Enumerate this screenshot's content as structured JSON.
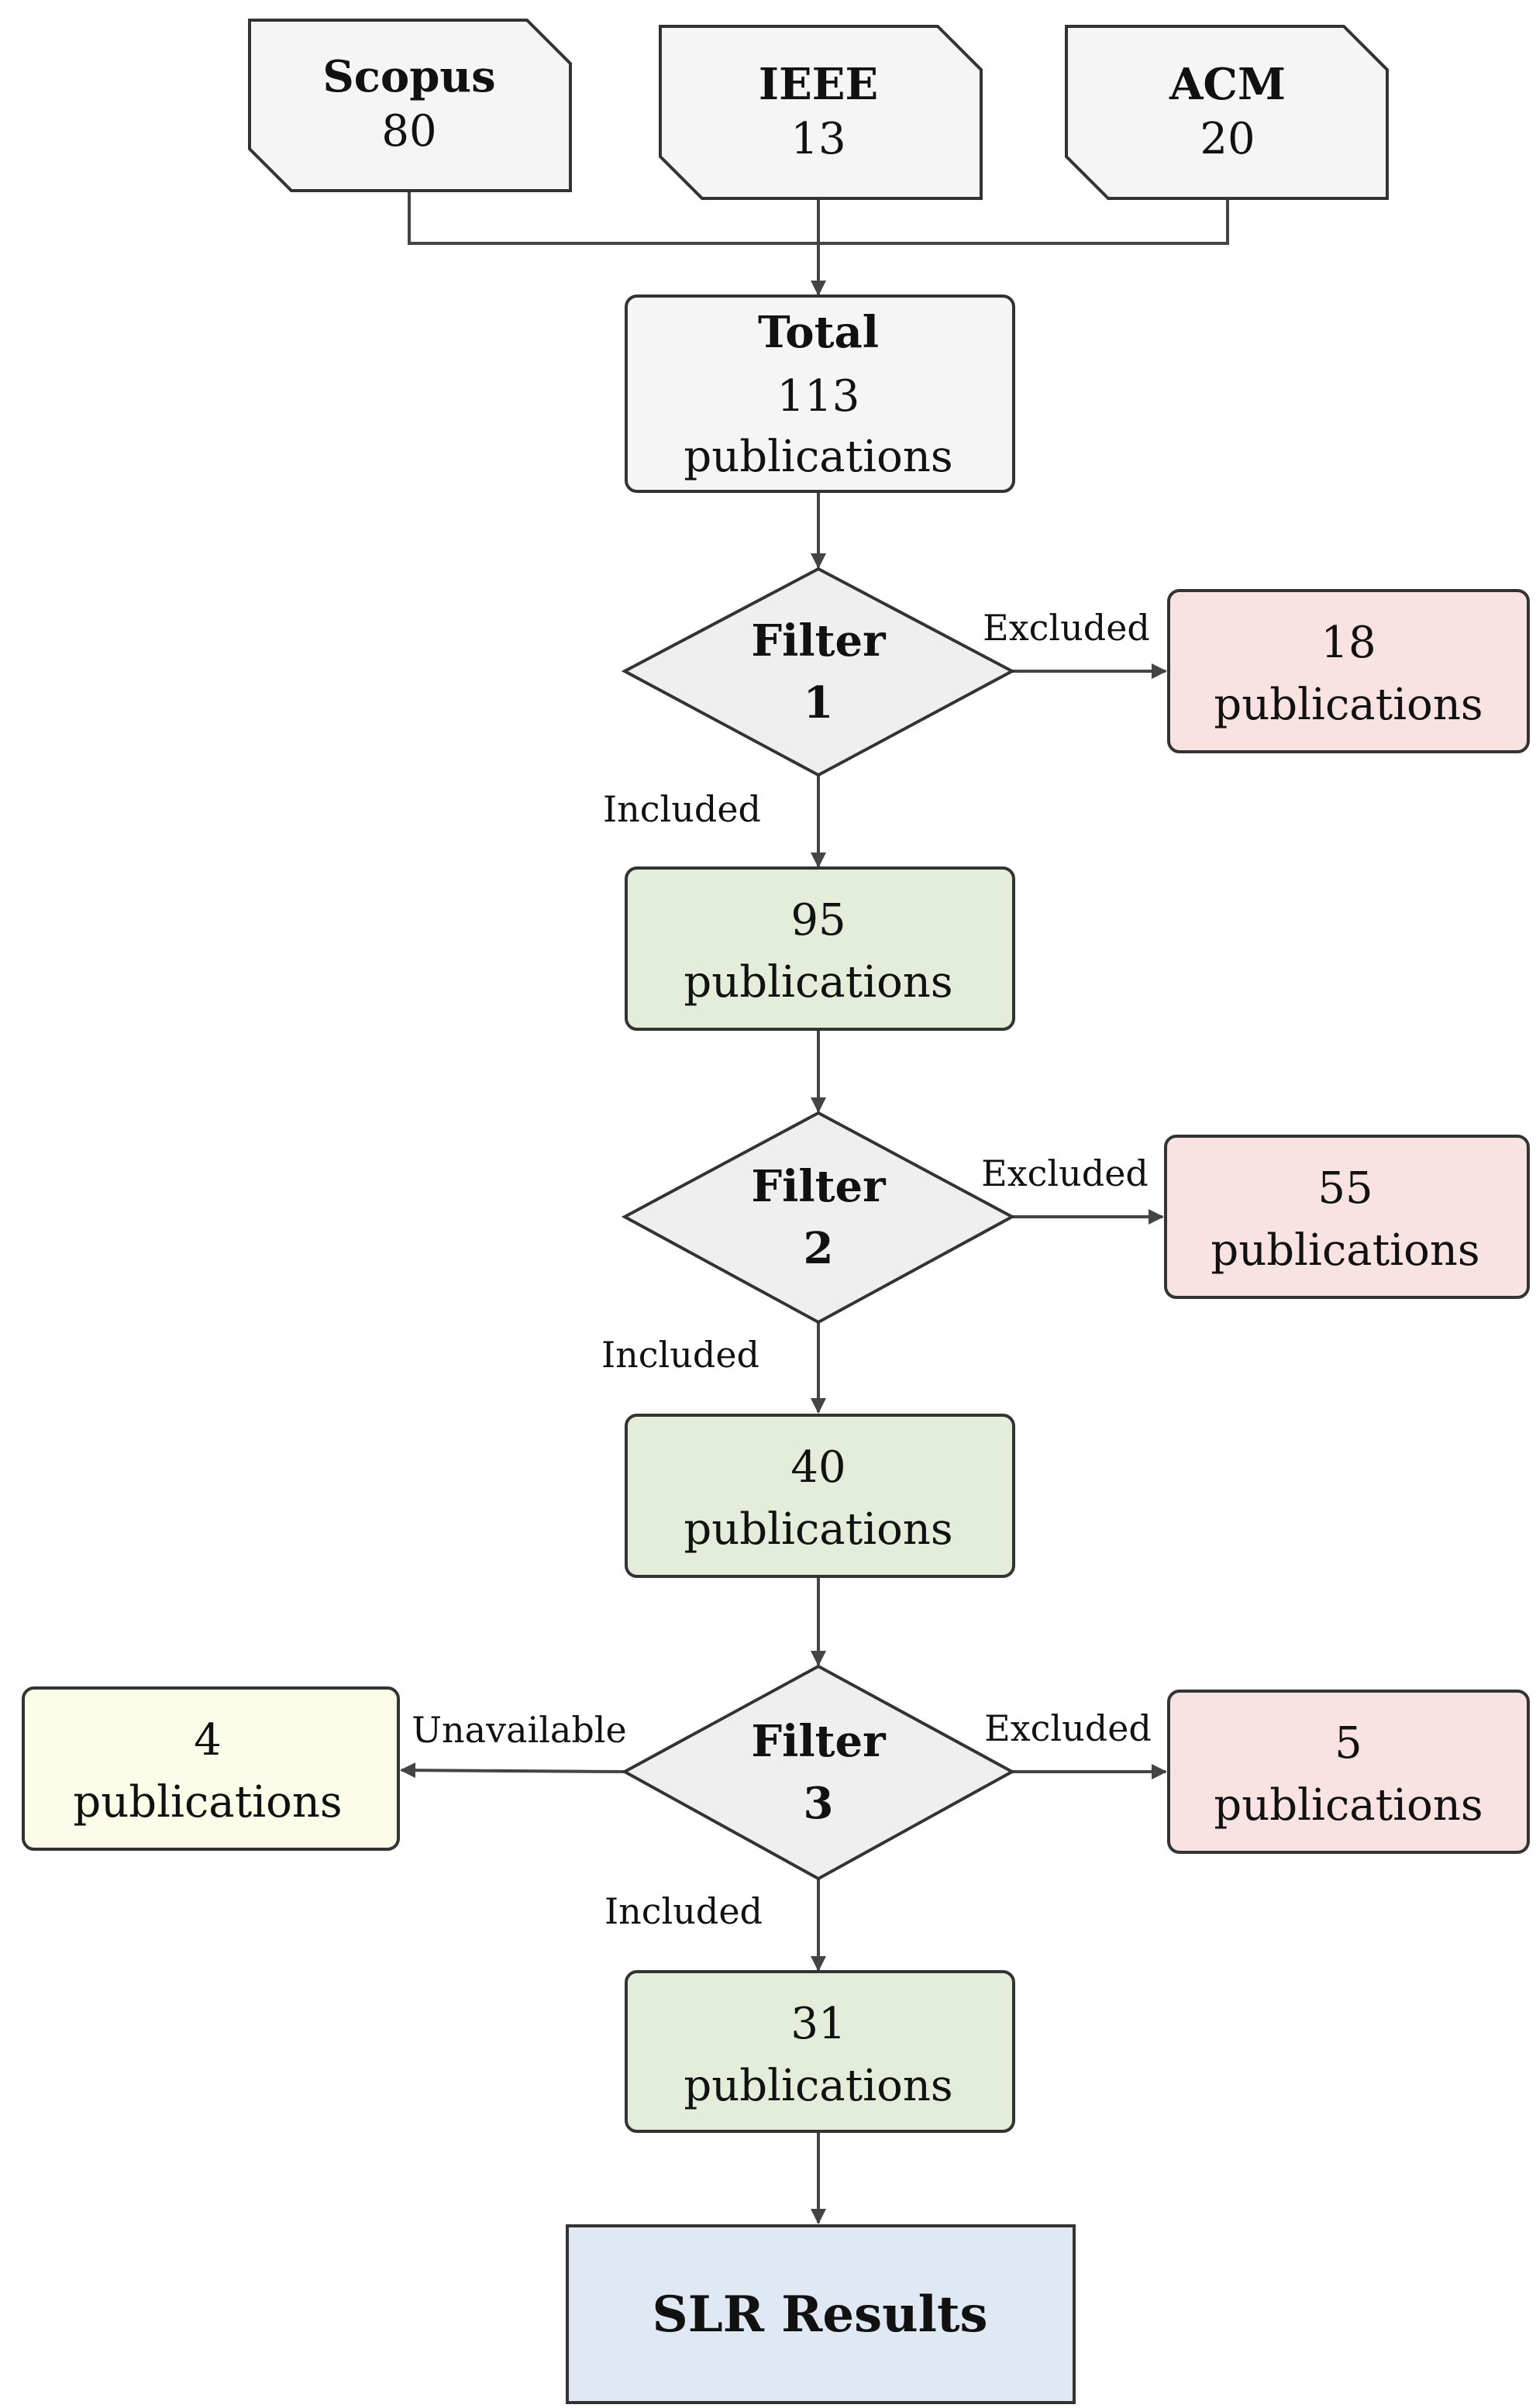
{
  "sources": [
    {
      "name": "Scopus",
      "count": "80"
    },
    {
      "name": "IEEE",
      "count": "13"
    },
    {
      "name": "ACM",
      "count": "20"
    }
  ],
  "total": {
    "title": "Total",
    "count": "113",
    "unit": "publications"
  },
  "filters": [
    {
      "label": "Filter",
      "number": "1"
    },
    {
      "label": "Filter",
      "number": "2"
    },
    {
      "label": "Filter",
      "number": "3"
    }
  ],
  "excluded": [
    {
      "count": "18",
      "unit": "publications"
    },
    {
      "count": "55",
      "unit": "publications"
    },
    {
      "count": "5",
      "unit": "publications"
    }
  ],
  "included": [
    {
      "count": "95",
      "unit": "publications"
    },
    {
      "count": "40",
      "unit": "publications"
    },
    {
      "count": "31",
      "unit": "publications"
    }
  ],
  "unavailable": {
    "count": "4",
    "unit": "publications"
  },
  "edge_labels": {
    "excluded": "Excluded",
    "included": "Included",
    "unavailable": "Unavailable"
  },
  "result": {
    "title": "SLR Results"
  },
  "colors": {
    "neutral_fill": "#f5f5f5",
    "included_fill": "#e3edd9",
    "excluded_fill": "#f8e2e2",
    "unavailable_fill": "#fbfde9",
    "result_fill": "#dfe8f3",
    "stroke": "#333333",
    "arrow": "#444444"
  }
}
